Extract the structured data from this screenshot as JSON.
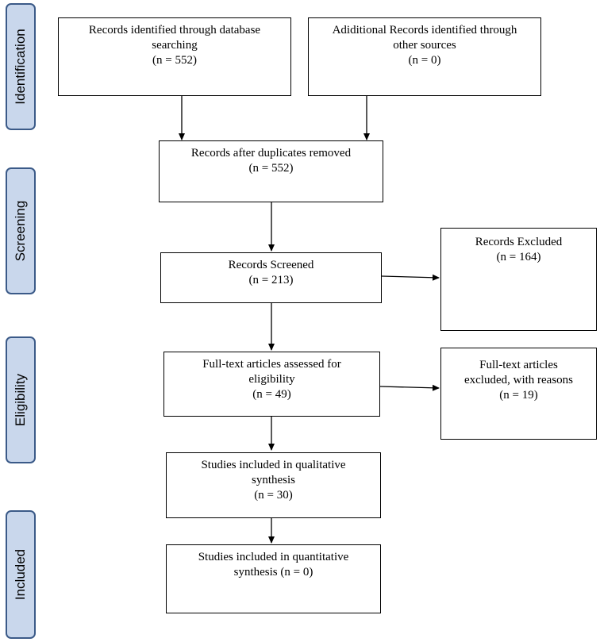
{
  "phases": {
    "identification": "Identification",
    "screening": "Screening",
    "eligibility": "Eligibility",
    "included": "Included"
  },
  "boxes": {
    "database_records": {
      "line1": "Records identified through database",
      "line2": "searching",
      "line3": "(n = 552)"
    },
    "additional_records": {
      "line1": "Adiditional Records identified through",
      "line2": "other sources",
      "line3": "(n = 0)"
    },
    "after_duplicates": {
      "line1": "Records after duplicates removed",
      "line2": "(n = 552)"
    },
    "records_screened": {
      "line1": "Records Screened",
      "line2": "(n = 213)"
    },
    "records_excluded": {
      "line1": "Records Excluded",
      "line2": "(n = 164)"
    },
    "fulltext_assessed": {
      "line1": "Full-text articles assessed for",
      "line2": "eligibility",
      "line3": "(n = 49)"
    },
    "fulltext_excluded": {
      "line1": "Full-text articles",
      "line2": "excluded, with reasons",
      "line3": "(n = 19)"
    },
    "qualitative": {
      "line1": "Studies included in qualitative",
      "line2": "synthesis",
      "line3": "(n = 30)"
    },
    "quantitative": {
      "line1": "Studies included in quantitative",
      "line2": "synthesis (n = 0)"
    }
  }
}
